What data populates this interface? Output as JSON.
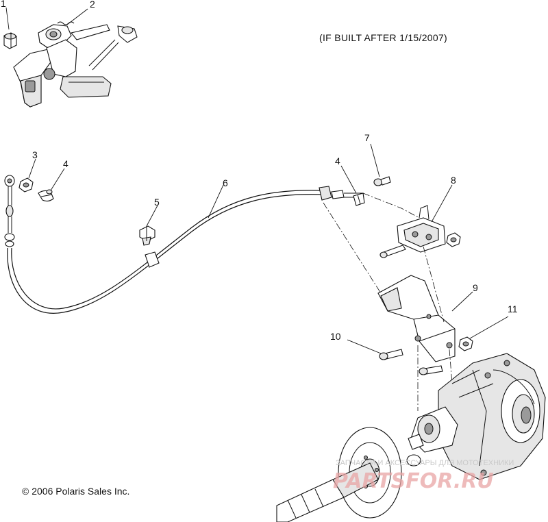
{
  "note": "(IF BUILT AFTER 1/15/2007)",
  "copyright": "© 2006 Polaris Sales Inc.",
  "watermark": {
    "line1": "ЗАПЧАСТИ И АКСЕССУАРЫ ДЛЯ МОТОТЕХНИКИ",
    "logo": "PARTSFOR.RU"
  },
  "callouts": [
    "1",
    "2",
    "3",
    "4",
    "5",
    "6",
    "4",
    "7",
    "8",
    "9",
    "10",
    "11"
  ]
}
